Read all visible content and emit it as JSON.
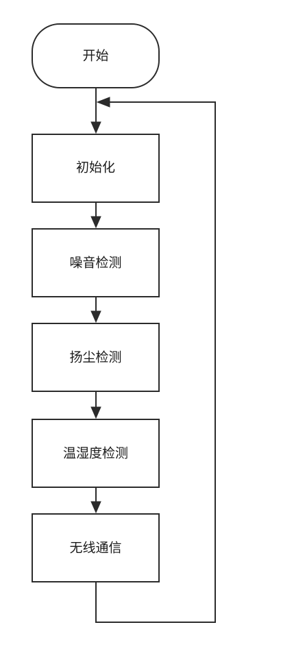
{
  "flowchart": {
    "start": {
      "label": "开始"
    },
    "steps": [
      {
        "id": "init",
        "label": "初始化"
      },
      {
        "id": "noise",
        "label": "噪音检测"
      },
      {
        "id": "dust",
        "label": "扬尘检测"
      },
      {
        "id": "temp-humidity",
        "label": "温湿度检测"
      },
      {
        "id": "wireless",
        "label": "无线通信"
      }
    ],
    "loop": {
      "from": "wireless",
      "to": "init"
    }
  },
  "colors": {
    "stroke": "#2b2b2b",
    "fill": "#ffffff",
    "text": "#1a1a1a",
    "background": "#ffffff"
  }
}
